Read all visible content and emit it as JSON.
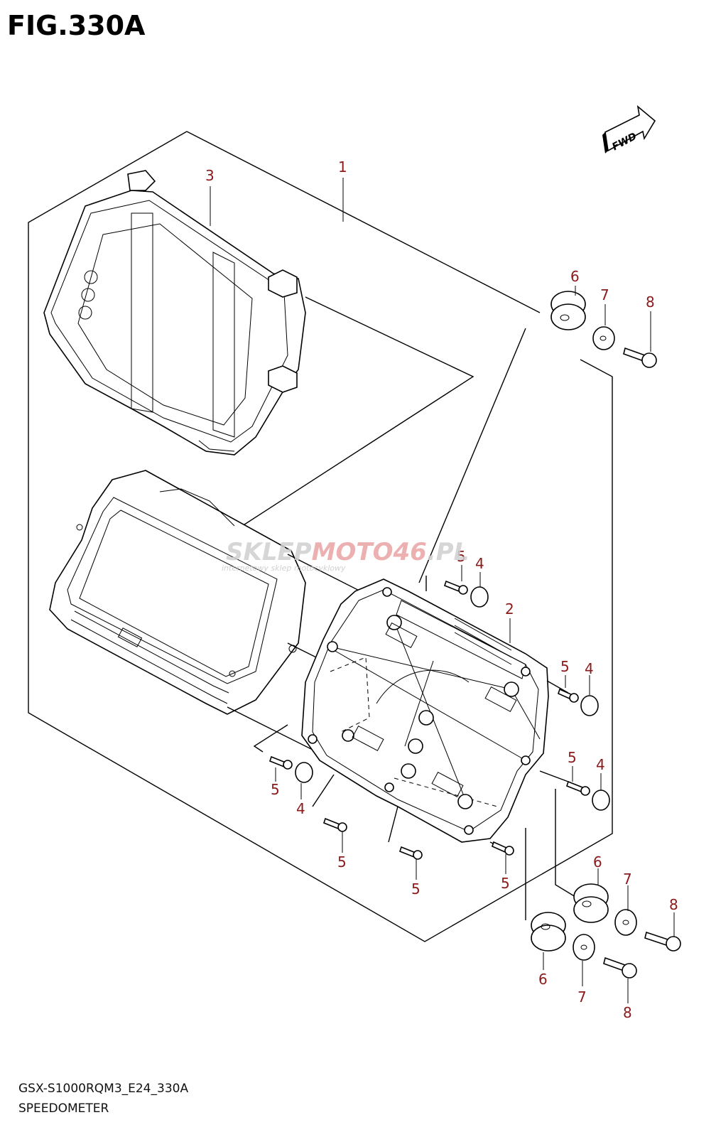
{
  "figure": {
    "title": "FIG.330A",
    "model_code": "GSX-S1000RQM3_E24_330A",
    "section_name": "SPEEDOMETER"
  },
  "fwd_label": "FWD",
  "watermark": {
    "brand_a": "SKLEP",
    "brand_b": "MOTO",
    "brand_c": "46",
    "brand_d": ".PL",
    "tagline": "internetowy sklep motocyklowy"
  },
  "callouts": [
    {
      "label": "1"
    },
    {
      "label": "3"
    },
    {
      "label": "2"
    },
    {
      "label": "6"
    },
    {
      "label": "7"
    },
    {
      "label": "8"
    },
    {
      "label": "5"
    },
    {
      "label": "4"
    },
    {
      "label": "5"
    },
    {
      "label": "4"
    },
    {
      "label": "5"
    },
    {
      "label": "4"
    },
    {
      "label": "5"
    },
    {
      "label": "4"
    },
    {
      "label": "5"
    },
    {
      "label": "5"
    },
    {
      "label": "5"
    },
    {
      "label": "6"
    },
    {
      "label": "7"
    },
    {
      "label": "8"
    },
    {
      "label": "6"
    },
    {
      "label": "7"
    },
    {
      "label": "8"
    }
  ],
  "colors": {
    "callout": "#8b1a1a",
    "line": "#000000",
    "watermark_red": "#e9a3a3",
    "watermark_gray": "#cfcfcf"
  }
}
